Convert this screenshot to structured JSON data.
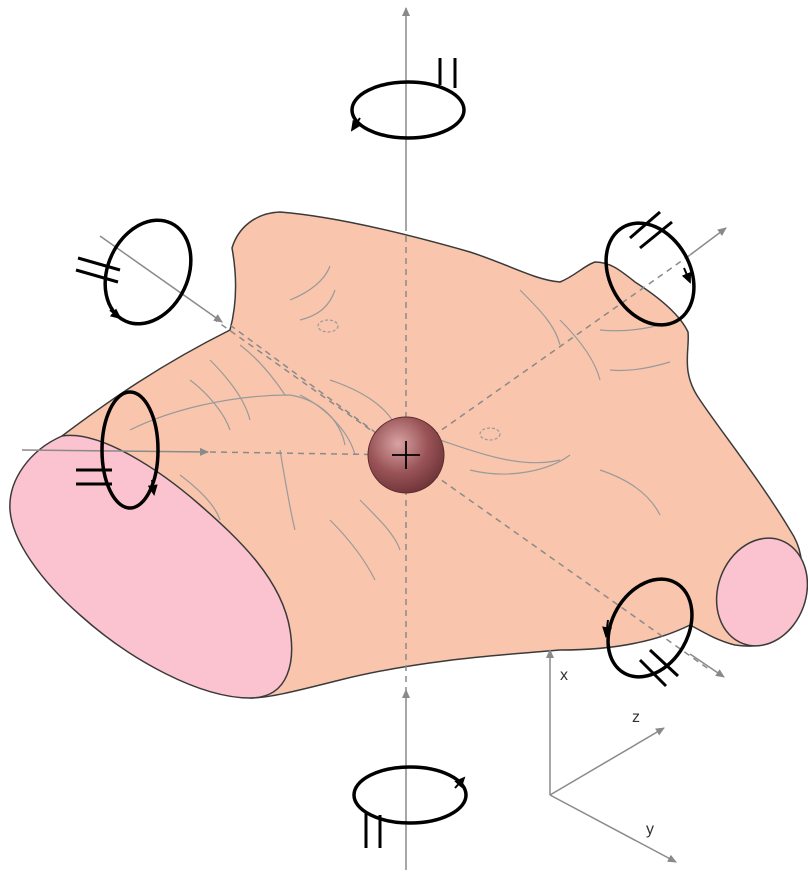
{
  "colors": {
    "torso": "#f9c6ad",
    "torso_outline": "#3a3a3a",
    "cross_section": "#fbc3cf",
    "axis": "#8a8a8a",
    "dashed_axis": "#8a8a8a",
    "rotation_arrow": "#000000",
    "center_sphere": "#8a4a4e",
    "center_sphere_highlight": "#c98c8e",
    "background": "#ffffff"
  },
  "axes_legend": {
    "x_label": "x",
    "y_label": "y",
    "z_label": "z"
  },
  "icons": {
    "center": "center-of-mass-sphere-icon",
    "rotation": "rotation-arrow-icon"
  }
}
